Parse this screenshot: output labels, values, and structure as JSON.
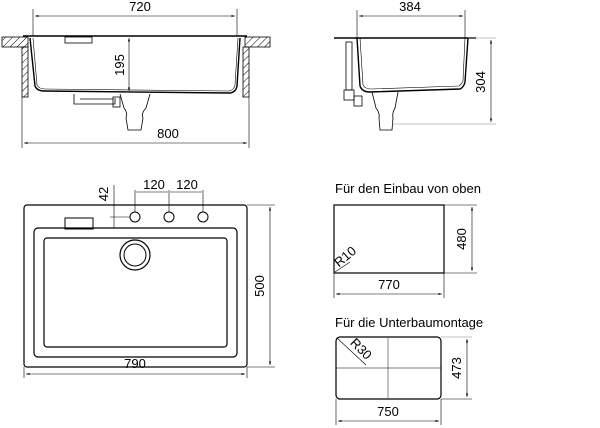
{
  "front_view": {
    "dims": {
      "inner_width": "720",
      "depth": "195",
      "overall_width": "800"
    }
  },
  "side_view": {
    "dims": {
      "inner_width": "384",
      "overall_height": "304"
    }
  },
  "top_view": {
    "dims": {
      "tap_offset": "42",
      "tap_spacing_1": "120",
      "tap_spacing_2": "120",
      "length": "790",
      "width": "500"
    }
  },
  "cutout_top_mount": {
    "caption": "Für den Einbau von oben",
    "dims": {
      "radius": "R10",
      "length": "770",
      "width": "480"
    }
  },
  "cutout_undermount": {
    "caption": "Für die Unterbaumontage",
    "dims": {
      "radius": "R30",
      "length": "750",
      "width": "473"
    }
  },
  "colors": {
    "line": "#000000",
    "hatch": "#000000",
    "guide": "#888888"
  }
}
